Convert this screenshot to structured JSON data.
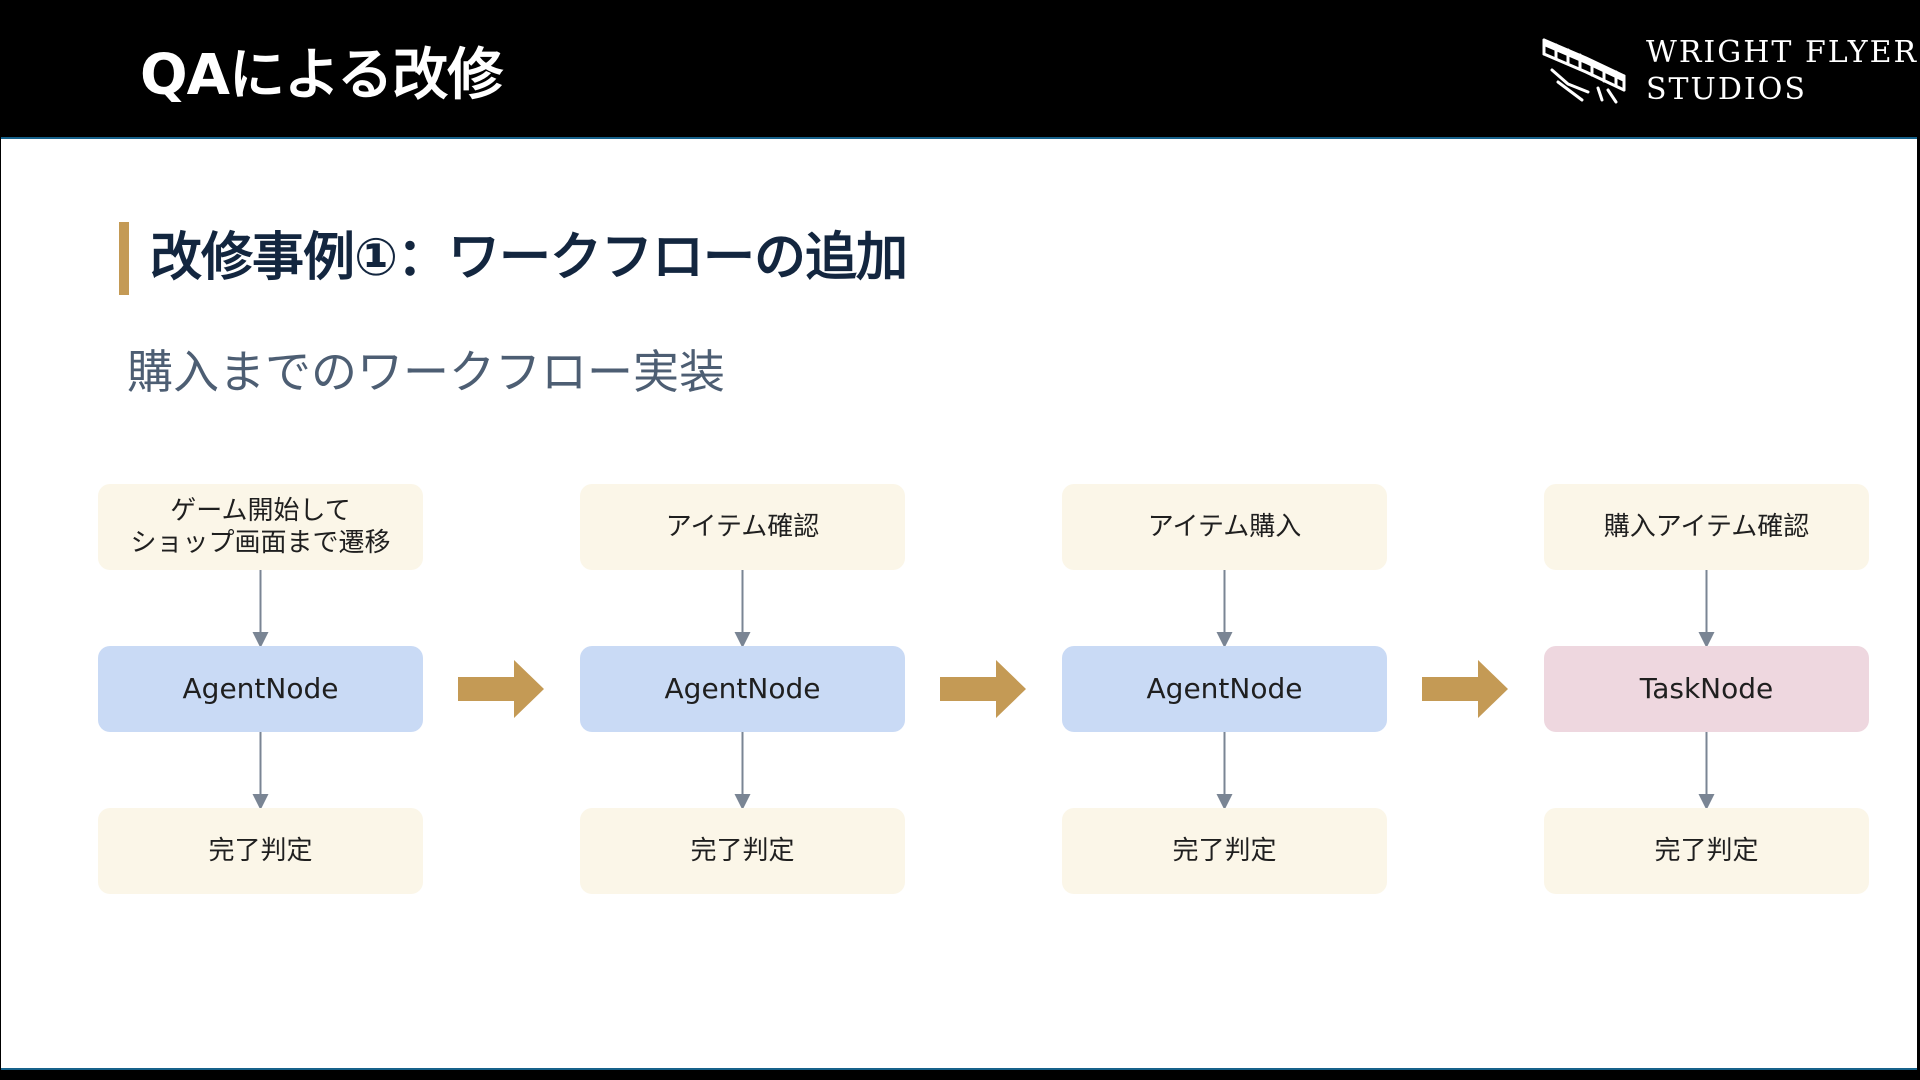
{
  "header": {
    "title": "QAによる改修",
    "logo": {
      "name": "wright-flyer-plane-icon",
      "line1": "WRIGHT FLYER",
      "line2": "STUDIOS"
    }
  },
  "section": {
    "title": "改修事例①：ワークフローの追加",
    "subtitle": "購入までのワークフロー実装"
  },
  "workflow": {
    "steps": [
      {
        "task_lines": [
          "ゲーム開始して",
          "ショップ画面まで遷移"
        ],
        "node": "AgentNode",
        "node_kind": "agent",
        "check": "完了判定"
      },
      {
        "task_lines": [
          "アイテム確認"
        ],
        "node": "AgentNode",
        "node_kind": "agent",
        "check": "完了判定"
      },
      {
        "task_lines": [
          "アイテム購入"
        ],
        "node": "AgentNode",
        "node_kind": "agent",
        "check": "完了判定"
      },
      {
        "task_lines": [
          "購入アイテム確認"
        ],
        "node": "TaskNode",
        "node_kind": "task",
        "check": "完了判定"
      }
    ],
    "arrow_icon": "right-arrow-icon"
  },
  "colors": {
    "header_bg": "#000000",
    "accent_gold": "#c49a55",
    "title_navy": "#13263f",
    "subtitle_gray": "#4d5e73",
    "task_box": "#fbf6e8",
    "agent_node": "#c9daf5",
    "task_node": "#eed7df",
    "connector": "#7a8594",
    "frame_border": "#16618a"
  }
}
